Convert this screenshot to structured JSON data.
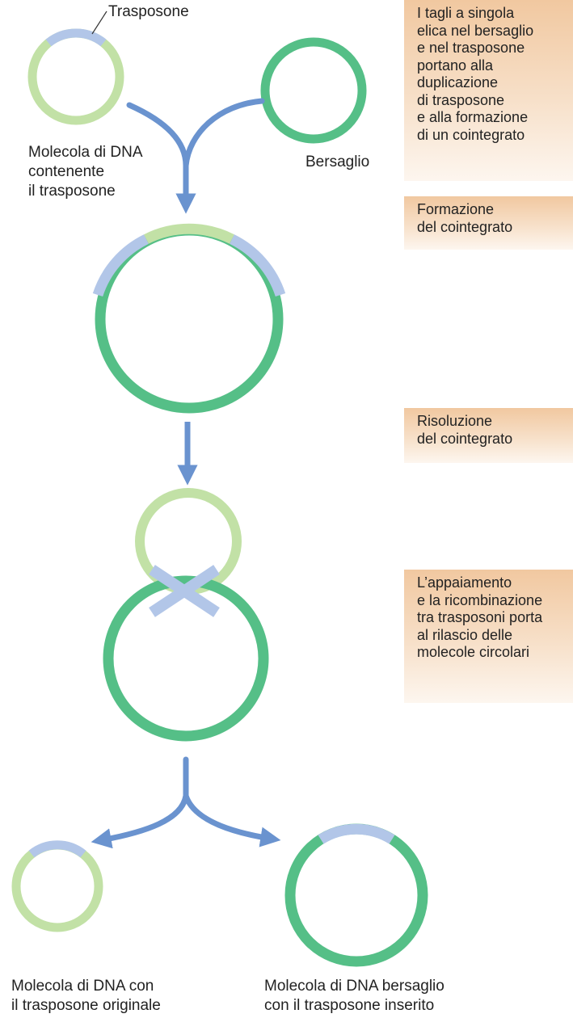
{
  "colors": {
    "host_plasmid": "#c2e1a6",
    "target_plasmid": "#55bf87",
    "transposon": "#b2c6e8",
    "arrow": "#6a93cf",
    "note_top": "#f1c8a0",
    "note_bottom": "#fdf6ef",
    "text": "#222222"
  },
  "labels": {
    "transposon": "Trasposone",
    "donor": [
      "Molecola di DNA",
      "contenente",
      "il trasposone"
    ],
    "target": "Bersaglio",
    "product_original": [
      "Molecola di DNA con",
      "il trasposone originale"
    ],
    "product_target": [
      "Molecola di DNA bersaglio",
      "con il trasposone inserito"
    ]
  },
  "steps": [
    {
      "lines": [
        "I tagli a singola",
        "elica nel bersaglio",
        "e nel trasposone",
        "portano alla",
        "duplicazione",
        "di trasposone",
        "e alla formazione",
        "di un cointegrato"
      ]
    },
    {
      "lines": [
        "Formazione",
        "del cointegrato"
      ]
    },
    {
      "lines": [
        "Risoluzione",
        "del cointegrato"
      ]
    },
    {
      "lines": [
        "L’appaiamento",
        "e la ricombinazione",
        "tra trasposoni porta",
        "al rilascio delle",
        "molecole circolari"
      ]
    }
  ]
}
